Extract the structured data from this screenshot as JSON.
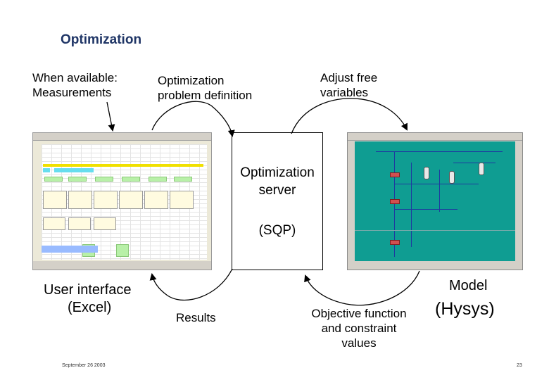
{
  "slide": {
    "title": "Optimization",
    "footer_date": "September 26 2003",
    "page_number": "23"
  },
  "labels": {
    "measurements_line1": "When available:",
    "measurements_line2": "Measurements",
    "problem_line1": "Optimization",
    "problem_line2": "problem definition",
    "adjust_line1": "Adjust free",
    "adjust_line2": "variables",
    "ui_line1": "User interface",
    "ui_line2": "(Excel)",
    "results": "Results",
    "objective_line1": "Objective function",
    "objective_line2": "and constraint",
    "objective_line3": "values",
    "model_line1": "Model",
    "model_line2": "(Hysys)"
  },
  "server": {
    "line1": "Optimization",
    "line2": "server",
    "method": "(SQP)"
  },
  "colors": {
    "title": "#1f3566",
    "hysys_canvas": "#0f9d92",
    "excel_highlight": "#66ddee"
  }
}
